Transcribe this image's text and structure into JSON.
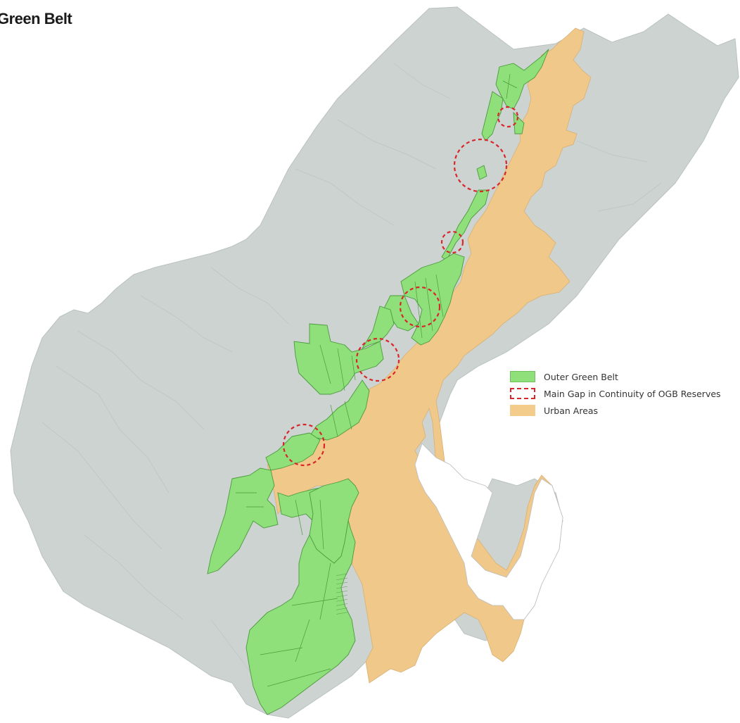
{
  "map": {
    "title": "Green Belt",
    "legend": [
      {
        "label": "Outer Green Belt",
        "style": "fill",
        "color": "#8fe07a"
      },
      {
        "label": "Main Gap in Continuity of OGB Reserves",
        "style": "dashed",
        "color": "#d9262b"
      },
      {
        "label": "Urban Areas",
        "style": "fill",
        "color": "#f3cc8c"
      }
    ],
    "colors": {
      "terrain": "#c9d0ce",
      "terrain_edge": "#b9c2c1",
      "green_belt": "#8fe07a",
      "green_belt_edge": "#4a9a3c",
      "urban": "#efc88a",
      "gap_circle": "#d9262b"
    }
  }
}
